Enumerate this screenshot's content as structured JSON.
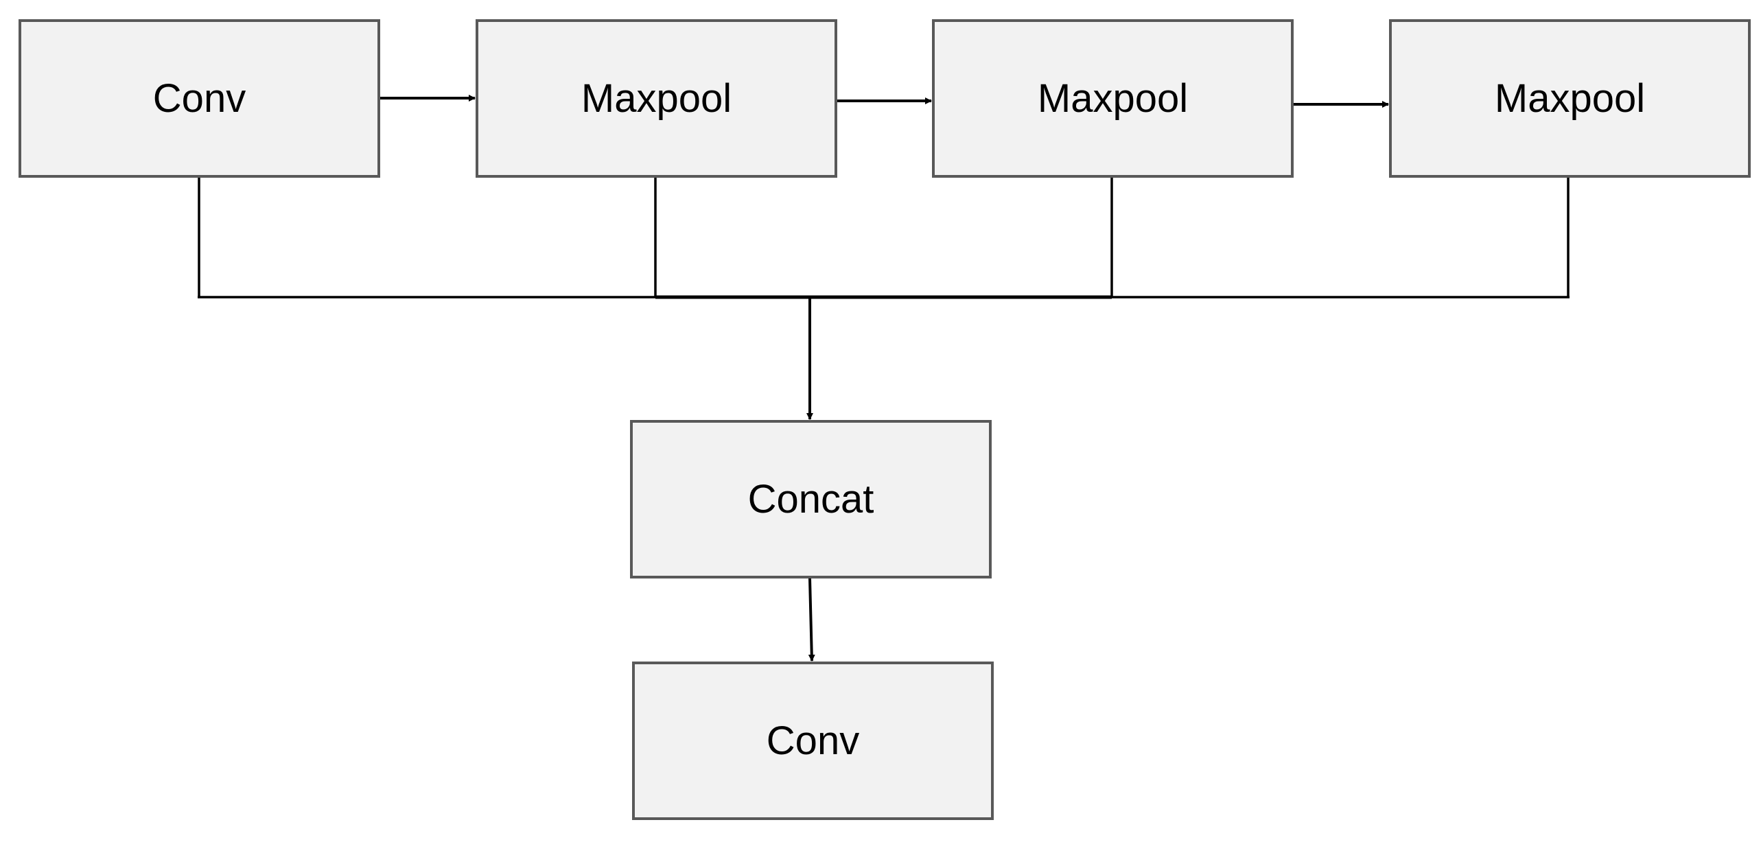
{
  "colors": {
    "box_fill": "#f2f2f2",
    "box_border": "#595959",
    "line": "#000000",
    "text": "#000000"
  },
  "nodes": {
    "conv_1": "Conv",
    "maxpool_1": "Maxpool",
    "maxpool_2": "Maxpool",
    "maxpool_3": "Maxpool",
    "concat": "Concat",
    "conv_2": "Conv"
  },
  "edges": [
    {
      "from": "conv_1",
      "to": "maxpool_1"
    },
    {
      "from": "maxpool_1",
      "to": "maxpool_2"
    },
    {
      "from": "maxpool_2",
      "to": "maxpool_3"
    },
    {
      "from": "conv_1",
      "to": "concat"
    },
    {
      "from": "maxpool_1",
      "to": "concat"
    },
    {
      "from": "maxpool_2",
      "to": "concat"
    },
    {
      "from": "maxpool_3",
      "to": "concat"
    },
    {
      "from": "concat",
      "to": "conv_2"
    }
  ]
}
